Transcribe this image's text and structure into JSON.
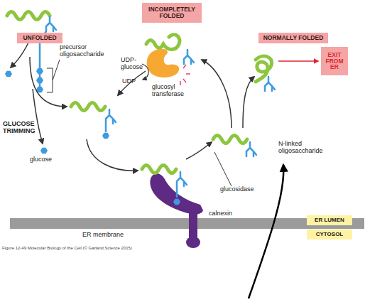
{
  "diagram": {
    "caption": "Figure 12-49 Molecular Biology of the Cell (© Garland Science 2015)",
    "nodes": [
      {
        "text": [
          "UNFOLDED"
        ]
      },
      {
        "text": [
          "INCOMPLETELY FOLDED"
        ]
      },
      {
        "text": [
          "NORMALLY FOLDED"
        ]
      },
      {
        "text": [
          "EXIT FROM ER"
        ]
      },
      {
        "text": [
          "ER LUMEN"
        ]
      },
      {
        "text": [
          "CYTOSOL"
        ]
      }
    ],
    "labels": [
      "precursor oligosaccharide",
      "UDP-glucose",
      "UDP",
      "glucosyl transferase",
      "GLUCOSE TRIMMING",
      "glucose",
      "calnexin",
      "glucosidase",
      "N-linked oligosaccharide",
      "ER membrane"
    ]
  }
}
